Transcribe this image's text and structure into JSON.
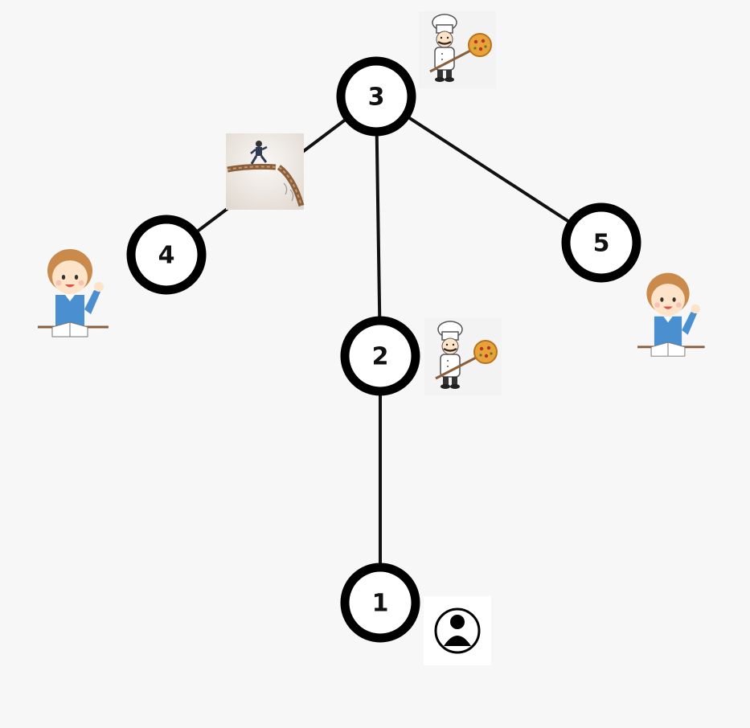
{
  "nodes": [
    {
      "id": "1",
      "label": "1"
    },
    {
      "id": "2",
      "label": "2"
    },
    {
      "id": "3",
      "label": "3"
    },
    {
      "id": "4",
      "label": "4"
    },
    {
      "id": "5",
      "label": "5"
    }
  ],
  "edges": [
    {
      "from": "1",
      "to": "2"
    },
    {
      "from": "2",
      "to": "3"
    },
    {
      "from": "3",
      "to": "4"
    },
    {
      "from": "3",
      "to": "5"
    }
  ],
  "markers": [
    {
      "node": "1",
      "icon": "user-icon"
    },
    {
      "node": "2",
      "icon": "pizza-chef-icon"
    },
    {
      "node": "3",
      "icon": "pizza-chef-icon"
    },
    {
      "node": "4",
      "icon": "student-raising-hand-icon"
    },
    {
      "node": "5",
      "icon": "student-raising-hand-icon"
    },
    {
      "edge": "3-4",
      "icon": "broken-rope-bridge-icon"
    }
  ],
  "colors": {
    "background": "#f7f7f7",
    "node_stroke": "#000000",
    "edge": "#111111",
    "chef_coat": "#ffffff",
    "pizza": "#e8a23a",
    "student_shirt": "#4a8fd0",
    "student_hair": "#c98a4b",
    "skin": "#fde3c8",
    "rope": "#8b5e3c"
  }
}
